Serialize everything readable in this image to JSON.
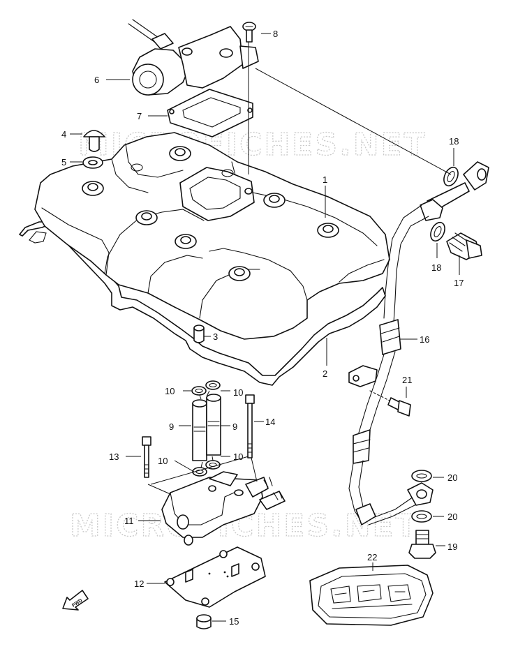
{
  "watermark": "MICROFICHES.NET",
  "fwd_label": "FWD",
  "callouts": {
    "p1": "1",
    "p2": "2",
    "p3": "3",
    "p4": "4",
    "p5": "5",
    "p6": "6",
    "p7": "7",
    "p8": "8",
    "p9a": "9",
    "p9b": "9",
    "p10a": "10",
    "p10b": "10",
    "p10c": "10",
    "p10d": "10",
    "p11": "11",
    "p12": "12",
    "p13": "13",
    "p14": "14",
    "p15": "15",
    "p16": "16",
    "p17": "17",
    "p18a": "18",
    "p18b": "18",
    "p19": "19",
    "p20a": "20",
    "p20b": "20",
    "p21": "21",
    "p22": "22"
  },
  "colors": {
    "line": "#111111",
    "watermark": "#c9c9c9",
    "background": "#ffffff"
  }
}
